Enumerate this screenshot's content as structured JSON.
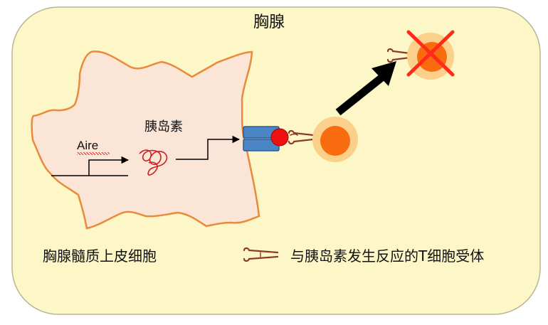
{
  "thymus_label": "胸腺",
  "insulin_label": "胰岛素",
  "aire_label": "Aire",
  "mtec_label": "胸腺髓质上皮细胞",
  "legend": {
    "tcr_label": "与胰岛素发生反应的T细胞受体"
  },
  "colors": {
    "background": "#fdf7c7",
    "background_border": "#b9b597",
    "cell_fill": "#fbe5d6",
    "cell_border": "#e88a3c",
    "mhc_blue": "#4a86c5",
    "antigen_red": "#ee1111",
    "tcr_brown": "#8b3a2a",
    "tcell_outer": "#fbd08a",
    "tcell_inner": "#f96b0f",
    "cross_red": "#ff2a1a",
    "arrow_black": "#000000"
  }
}
